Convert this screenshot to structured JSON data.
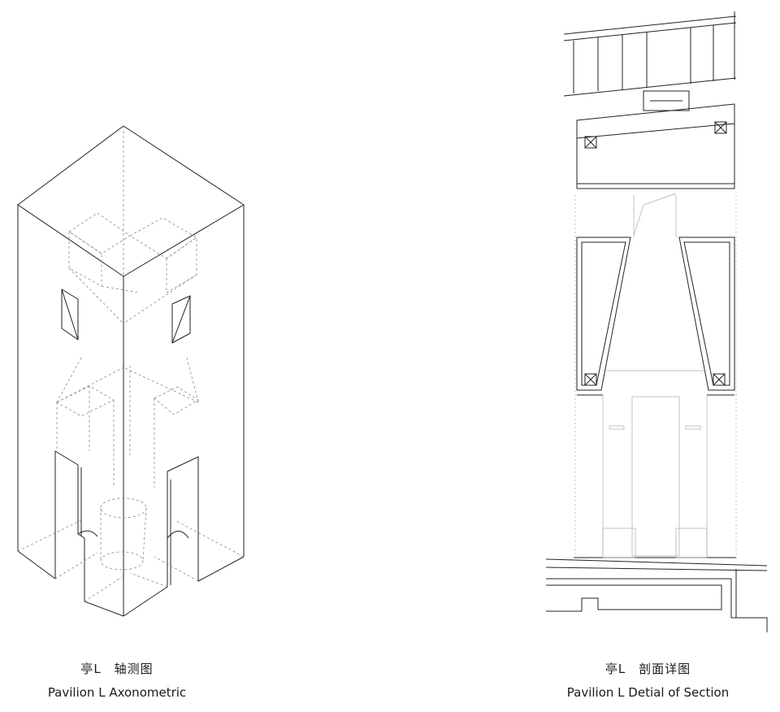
{
  "left_figure": {
    "caption_cn": "亭L　轴测图",
    "caption_en": "Pavilion L  Axonometric"
  },
  "right_figure": {
    "caption_cn": "亭L　剖面详图",
    "caption_en": "Pavilion L  Detial of Section"
  },
  "colors": {
    "line": "#222222",
    "dash": "#888888",
    "hatch": "#999999",
    "background": "#ffffff"
  }
}
